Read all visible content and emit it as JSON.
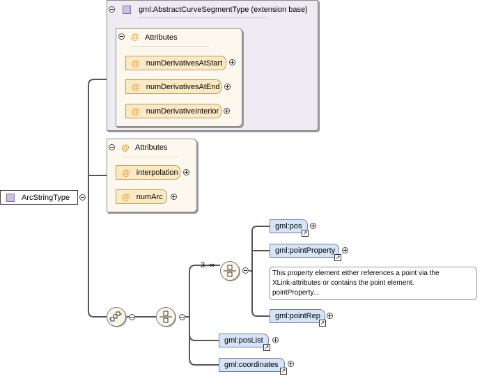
{
  "root": {
    "label": "ArcStringType"
  },
  "extension": {
    "title": "gml:AbstractCurveSegmentType (extension base)"
  },
  "ext_attributes": {
    "title": "Attributes",
    "items": [
      {
        "label": "numDerivativesAtStart"
      },
      {
        "label": "numDerivativesAtEnd"
      },
      {
        "label": "numDerivativeInterior"
      }
    ]
  },
  "attributes": {
    "title": "Attributes",
    "items": [
      {
        "label": "interpolation"
      },
      {
        "label": "numArc"
      }
    ]
  },
  "choice": {
    "occurrence": "3..∞"
  },
  "elements": {
    "pos": "gml:pos",
    "pointProperty": "gml:pointProperty",
    "pointRep": "gml:pointRep",
    "posList": "gml:posList",
    "coordinates": "gml:coordinates"
  },
  "tooltip": {
    "line1": "This property element either references a point via the",
    "line2": "XLink-attributes or contains the point element.",
    "line3": "pointProperty..."
  },
  "icons": {
    "attribute": "@"
  },
  "colors": {
    "type_box": "#eeebf2",
    "attribute_group": "#fdf8ee",
    "attribute": "#fbe9c4",
    "element": "#d6e4f7"
  }
}
